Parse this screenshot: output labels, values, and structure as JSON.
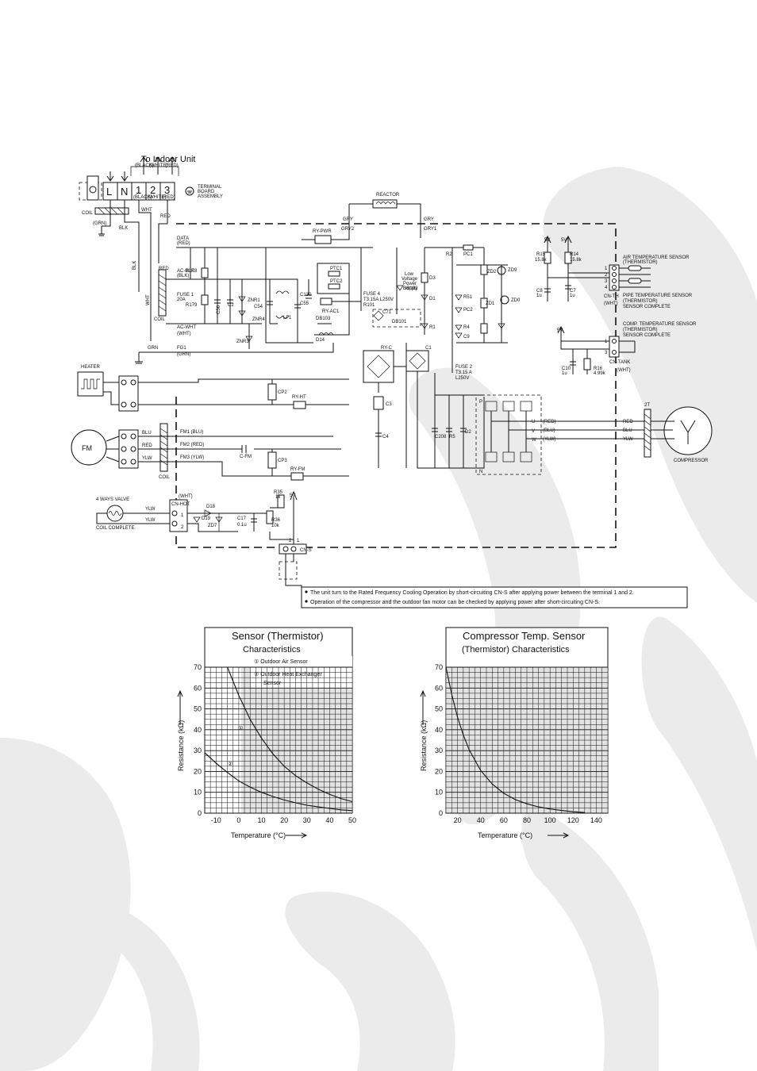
{
  "background": {
    "watermark_color": "#e9e9e9"
  },
  "diagram": {
    "indoor_unit": {
      "title": "To Indoor Unit",
      "wire_colors": [
        "(BLACK)",
        "(WHITE)",
        "(RED)"
      ],
      "terminal_labels": [
        "L",
        "N",
        "1",
        "2",
        "3"
      ],
      "sub_labels": [
        "(BLACK)",
        "(WHITE)",
        "(RED)"
      ],
      "terminal_board": [
        "TERMINAL",
        "BOARD",
        "ASSEMBLY"
      ],
      "wires": [
        "WHT",
        "RED",
        "BLK",
        "(GRN)",
        "COIL"
      ]
    },
    "board": {
      "data": [
        "DATA",
        "(RED)"
      ],
      "reactor": "REACTOR",
      "gry": [
        "GRY",
        "GRY2",
        "GRY",
        "GRY1"
      ],
      "ry_pwr": "RY-PWR",
      "ac_blk": [
        "AC-BLK",
        "(BLK)"
      ],
      "ac_wht": [
        "AC-WHT",
        "(WHT)"
      ],
      "fuse1": [
        "FUSE 1",
        "20A"
      ],
      "fuse4": [
        "FUSE 4",
        "T3.15A L250V"
      ],
      "fuse2": [
        "FUSE 2",
        "T3.15 A",
        "L250V"
      ],
      "low_voltage": [
        "Low",
        "Voltage",
        "Power",
        "Supply"
      ],
      "components": [
        "R178",
        "R179",
        "C56",
        "C2",
        "C54",
        "C55",
        "ZNR1",
        "ZNR4",
        "ZNR3",
        "C3",
        "C130",
        "LF1",
        "PTC1",
        "PTC2",
        "RY-AC1",
        "R101",
        "C131",
        "CT101",
        "DB103",
        "D14",
        "C71",
        "DB102",
        "DB101",
        "RY-C",
        "C1",
        "C3",
        "C4",
        "C208",
        "R5",
        "D2",
        "D3",
        "D1",
        "R1",
        "R2",
        "PC1",
        "ZD2",
        "ZD9",
        "R51",
        "PC2",
        "ZD1",
        "ZD0",
        "R4",
        "C9"
      ],
      "fg1": [
        "FG1",
        "(GRN)"
      ],
      "grn": "GRN",
      "blk": "BLK",
      "red": "RED",
      "wht": "WHT",
      "coil": "COIL"
    },
    "heater": {
      "label": "HEATER",
      "cp2": "CP2",
      "ry_ht": "RY-HT"
    },
    "fm": {
      "label": "FM",
      "wires": [
        "BLU",
        "RED",
        "YLW"
      ],
      "pins": [
        "FM1 (BLU)",
        "FM2 (RED)",
        "FM3 (YLW)"
      ],
      "c_fm": "C-FM",
      "cp3": "CP3",
      "ry_fm": "RY-FM",
      "coil": "COIL"
    },
    "valve": {
      "label": "4 WAYS VALVE",
      "coil": "COIL COMPLETE",
      "wires": [
        "YLW",
        "YLW"
      ],
      "connector": [
        "(WHT)",
        "CN-HOT"
      ],
      "pins": [
        "1",
        "2"
      ],
      "parts": [
        "D18",
        "D19",
        "ZD7",
        "C17",
        "0.1u",
        "R36",
        "10k",
        "R35",
        "1k",
        "5V"
      ]
    },
    "sensors": {
      "v5": "5V",
      "r15": [
        "R15",
        "15.8k"
      ],
      "r14": [
        "R14",
        "15.8k"
      ],
      "c8": [
        "C8",
        "1u"
      ],
      "c7": [
        "C7",
        "1u"
      ],
      "cn_th": [
        "CN-TH",
        "(WHT)"
      ],
      "air": [
        "AIR TEMPERATURE SENSOR",
        "(THERMISTOR)"
      ],
      "pipe": [
        "PIPE TEMPERATURE SENSOR",
        "(THERMISTOR)",
        "SENSOR COMPLETE"
      ],
      "comp": [
        "COMP. TEMPERATURE SENSOR",
        "(THERMISTOR)",
        "SENSOR COMPLETE"
      ],
      "c10": [
        "C10",
        "1u"
      ],
      "r16": [
        "R16",
        "4.99k"
      ],
      "cn_tank": [
        "CN-TANK",
        "(WHT)"
      ],
      "pins": [
        "1",
        "2",
        "3",
        "4",
        "1",
        "3"
      ]
    },
    "inverter": {
      "p": "P",
      "n": "N",
      "u": "U",
      "v": "V",
      "w": "W",
      "outputs": [
        "(RED)",
        "(BLU)",
        "(YLW)"
      ],
      "wires": [
        "RED",
        "BLU",
        "YLW"
      ],
      "2t": "2T",
      "compressor": "COMPRESSOR"
    },
    "cn_s": {
      "label": "CN-S",
      "pins": [
        "2",
        "1"
      ]
    },
    "notes": [
      "The unit turn to the Rated Frequency Cooling Operation by short-circuiting CN-S after applying power between the terminal 1 and 2.",
      "Operation of the compressor and the outdoor fan motor can be checked by applying power after short-circuiting CN-S."
    ]
  },
  "chart_data": [
    {
      "type": "line",
      "title": "Sensor (Thermistor)",
      "subtitle": "Characteristics",
      "xlabel": "Temperature (°C)",
      "ylabel": "Resistance (kΩ)",
      "xticks": [
        -10,
        0,
        10,
        20,
        30,
        40,
        50
      ],
      "yticks": [
        0,
        10,
        20,
        30,
        40,
        50,
        60,
        70
      ],
      "xlim": [
        -15,
        50
      ],
      "ylim": [
        0,
        70
      ],
      "grid": true,
      "legend": [
        "① Outdoor Air Sensor",
        "② Outdoor Heat Exchanger",
        "Sensor"
      ],
      "series": [
        {
          "name": "①",
          "x": [
            -5,
            0,
            5,
            10,
            15,
            20,
            25,
            30,
            35,
            40,
            45,
            50
          ],
          "values": [
            70,
            56.5,
            45,
            36,
            28.5,
            22.5,
            18,
            14.5,
            11.5,
            9,
            7,
            5.5
          ]
        },
        {
          "name": "②",
          "x": [
            -15,
            -10,
            -5,
            0,
            5,
            10,
            15,
            20,
            25,
            30,
            35,
            40,
            45,
            50
          ],
          "values": [
            29,
            24,
            19.5,
            15.5,
            12.5,
            10,
            8,
            6.3,
            5,
            3.8,
            3,
            2.3,
            1.6,
            1.2
          ]
        }
      ]
    },
    {
      "type": "line",
      "title": "Compressor Temp. Sensor",
      "subtitle": "(Thermistor) Characteristics",
      "xlabel": "Temperature (°C)",
      "ylabel": "Resistance (kΩ)",
      "xticks": [
        20,
        40,
        60,
        80,
        100,
        120,
        140
      ],
      "yticks": [
        0,
        10,
        20,
        30,
        40,
        50,
        60,
        70
      ],
      "xlim": [
        10,
        150
      ],
      "ylim": [
        0,
        70
      ],
      "grid": true,
      "series": [
        {
          "name": "",
          "x": [
            10,
            15,
            20,
            25,
            30,
            40,
            50,
            60,
            70,
            80,
            90,
            100,
            110,
            120,
            130
          ],
          "values": [
            70,
            57,
            46,
            37.5,
            30.5,
            20.5,
            14,
            9.5,
            6.5,
            4.5,
            3,
            2,
            1.3,
            0.7,
            0.3
          ]
        }
      ]
    }
  ]
}
